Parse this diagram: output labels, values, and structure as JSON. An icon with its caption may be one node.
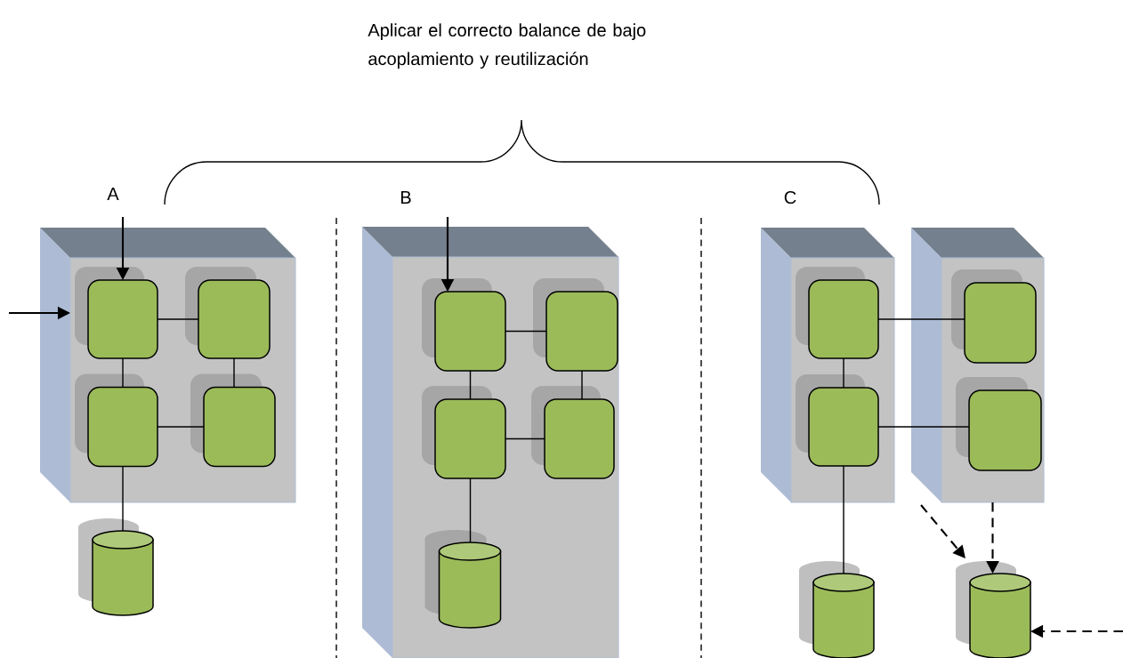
{
  "diagram": {
    "title": "Aplicar el correcto balance de bajo acoplamiento y reutilización",
    "nodes": [
      {
        "text": [],
        "shape": "cuboid"
      },
      {
        "text": [],
        "shape": "box",
        "in": 0
      },
      {
        "text": [],
        "shape": "box",
        "in": 0
      },
      {
        "text": [],
        "shape": "box",
        "in": 0
      },
      {
        "text": [],
        "shape": "box",
        "in": 0
      },
      {
        "text": [],
        "shape": "cylinder"
      },
      {
        "text": [],
        "shape": "cuboid"
      },
      {
        "text": [],
        "shape": "box",
        "in": 6
      },
      {
        "text": [],
        "shape": "box",
        "in": 6
      },
      {
        "text": [],
        "shape": "box",
        "in": 6
      },
      {
        "text": [],
        "shape": "box",
        "in": 6
      },
      {
        "text": [],
        "shape": "cylinder",
        "in": 6
      },
      {
        "text": [],
        "shape": "cuboid"
      },
      {
        "text": [],
        "shape": "box",
        "in": 12
      },
      {
        "text": [],
        "shape": "box",
        "in": 12
      },
      {
        "text": [],
        "shape": "cuboid"
      },
      {
        "text": [],
        "shape": "box",
        "in": 15
      },
      {
        "text": [],
        "shape": "box",
        "in": 15
      },
      {
        "text": [],
        "shape": "cylinder"
      },
      {
        "text": [],
        "shape": "cylinder"
      }
    ],
    "edges": [
      {
        "from": null,
        "to": 1,
        "arrow": "to"
      },
      {
        "from": null,
        "to": 0,
        "arrow": "to"
      },
      {
        "from": 1,
        "to": 2,
        "arrow": "none"
      },
      {
        "from": 1,
        "to": 3,
        "arrow": "none"
      },
      {
        "from": 2,
        "to": 4,
        "arrow": "none"
      },
      {
        "from": 3,
        "to": 4,
        "arrow": "none"
      },
      {
        "from": 3,
        "to": 5,
        "arrow": "none"
      },
      {
        "from": null,
        "to": 7,
        "arrow": "to"
      },
      {
        "from": 7,
        "to": 8,
        "arrow": "none"
      },
      {
        "from": 7,
        "to": 9,
        "arrow": "none"
      },
      {
        "from": 8,
        "to": 10,
        "arrow": "none"
      },
      {
        "from": 9,
        "to": 10,
        "arrow": "none"
      },
      {
        "from": 9,
        "to": 11,
        "arrow": "none"
      },
      {
        "from": 13,
        "to": 16,
        "arrow": "none"
      },
      {
        "from": 13,
        "to": 14,
        "arrow": "none"
      },
      {
        "from": 14,
        "to": 17,
        "arrow": "none"
      },
      {
        "from": 14,
        "to": 18,
        "arrow": "none"
      },
      {
        "from": 15,
        "to": 19,
        "arrow": "to",
        "style": "dashed"
      },
      {
        "from": 15,
        "to": 19,
        "arrow": "to",
        "style": "dashed"
      },
      {
        "from": null,
        "to": 19,
        "arrow": "to",
        "style": "dashed"
      }
    ],
    "labels": [
      "A",
      "B",
      "C"
    ]
  }
}
